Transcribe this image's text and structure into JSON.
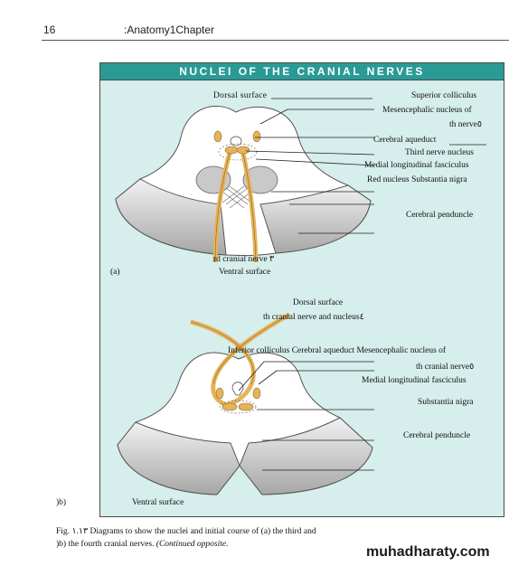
{
  "header": {
    "page_number": "16",
    "running_title": ":Anatomy1Chapter"
  },
  "box": {
    "title": "NUCLEI OF THE CRANIAL NERVES"
  },
  "diagram_a": {
    "dorsal_surface": "Dorsal surface",
    "superior_colliculus": "Superior colliculus",
    "mesencephalic_1": "Mesencephalic nucleus of",
    "mesencephalic_2": "th nerve٥",
    "cerebral_aqueduct": "Cerebral aqueduct",
    "third_nerve_nucleus": "Third nerve nucleus",
    "mlf": "Medial longitudinal fasciculus",
    "red_nucleus_sn": "Red nucleus Substantia nigra",
    "cerebral_peduncle": "Cerebral penduncle",
    "third_cranial_nerve": "rd cranial nerve ٣",
    "ventral_surface": "Ventral surface",
    "panel_label": "(a)"
  },
  "diagram_b": {
    "dorsal_surface": "Dorsal surface",
    "fourth_nerve_nucleus": "th cranial nerve and nucleus٤",
    "top_row": "Inferior colliculus Cerebral aqueduct Mesencephalic nucleus of",
    "mesencephalic_2": "th cranial nerve٥",
    "mlf": "Medial longitudinal  fasciculus",
    "substantia_nigra": "Substantia nigra",
    "cerebral_peduncle": "Cerebral penduncle",
    "ventral_surface": "Ventral surface",
    "panel_label": ")b)"
  },
  "caption": {
    "line1": "Fig. ١.١٣  Diagrams to show the nuclei and initial course of (a) the third and",
    "line2_plain": ")b) the fourth cranial nerves.",
    "line2_italic": "(Continued opposite."
  },
  "watermark": "muhadharaty.com",
  "colors": {
    "title_bar": "#2a9a95",
    "panel_bg": "#d6eeec",
    "nerve": "#e6b35a",
    "peduncle": "#b9b9b9"
  }
}
